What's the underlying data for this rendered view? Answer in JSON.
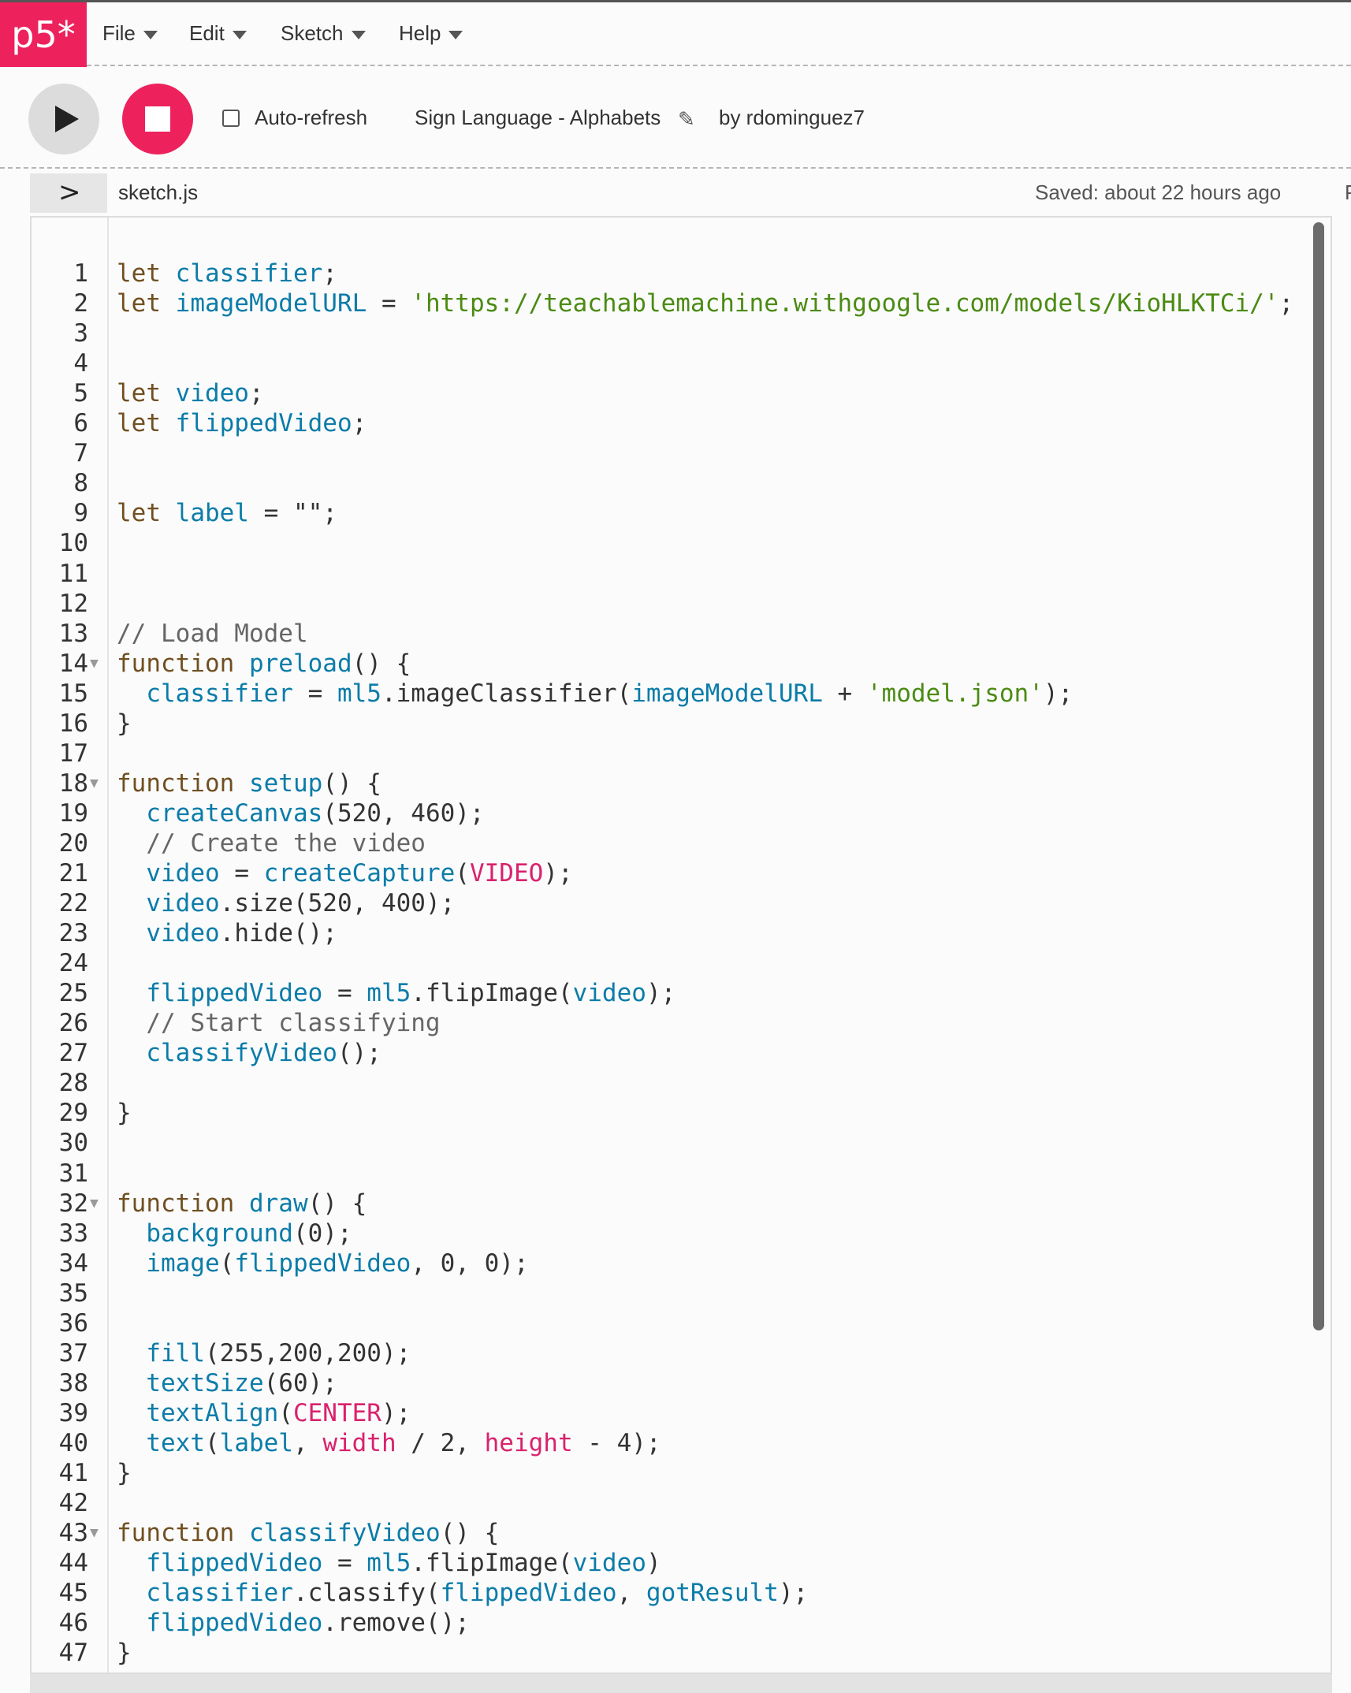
{
  "app": {
    "logo": "p5*",
    "brand_color": "#ed225d"
  },
  "menu": {
    "file": "File",
    "edit": "Edit",
    "sketch": "Sketch",
    "help": "Help"
  },
  "toolbar": {
    "play_icon": "play-icon",
    "stop_icon": "stop-icon",
    "auto_refresh_label": "Auto-refresh",
    "auto_refresh_checked": false,
    "sketch_title": "Sign Language - Alphabets",
    "pencil_icon": "✎",
    "author": "by rdominguez7"
  },
  "editor": {
    "collapse_icon": ">",
    "file_name": "sketch.js",
    "saved_status": "Saved: about 22 hours ago",
    "right_edge_text": "P"
  },
  "code_lines": [
    {
      "n": "1",
      "fold": "",
      "tokens": [
        [
          "kw",
          "let "
        ],
        [
          "var",
          "classifier"
        ],
        [
          "plain",
          ";"
        ]
      ]
    },
    {
      "n": "2",
      "fold": "",
      "tokens": [
        [
          "kw",
          "let "
        ],
        [
          "var",
          "imageModelURL"
        ],
        [
          "plain",
          " = "
        ],
        [
          "str",
          "'https://teachablemachine.withgoogle.com/models/KioHLKTCi/'"
        ],
        [
          "plain",
          ";"
        ]
      ]
    },
    {
      "n": "3",
      "fold": "",
      "tokens": []
    },
    {
      "n": "4",
      "fold": "",
      "tokens": []
    },
    {
      "n": "5",
      "fold": "",
      "tokens": [
        [
          "kw",
          "let "
        ],
        [
          "var",
          "video"
        ],
        [
          "plain",
          ";"
        ]
      ]
    },
    {
      "n": "6",
      "fold": "",
      "tokens": [
        [
          "kw",
          "let "
        ],
        [
          "var",
          "flippedVideo"
        ],
        [
          "plain",
          ";"
        ]
      ]
    },
    {
      "n": "7",
      "fold": "",
      "tokens": []
    },
    {
      "n": "8",
      "fold": "",
      "tokens": []
    },
    {
      "n": "9",
      "fold": "",
      "tokens": [
        [
          "kw",
          "let "
        ],
        [
          "var",
          "label"
        ],
        [
          "plain",
          " = \"\";"
        ]
      ]
    },
    {
      "n": "10",
      "fold": "",
      "tokens": []
    },
    {
      "n": "11",
      "fold": "",
      "tokens": []
    },
    {
      "n": "12",
      "fold": "",
      "tokens": []
    },
    {
      "n": "13",
      "fold": "",
      "tokens": [
        [
          "cmt",
          "// Load Model"
        ]
      ]
    },
    {
      "n": "14",
      "fold": "▼",
      "tokens": [
        [
          "kw",
          "function "
        ],
        [
          "var",
          "preload"
        ],
        [
          "plain",
          "() {"
        ]
      ]
    },
    {
      "n": "15",
      "fold": "",
      "tokens": [
        [
          "plain",
          "  "
        ],
        [
          "var",
          "classifier"
        ],
        [
          "plain",
          " = "
        ],
        [
          "var",
          "ml5"
        ],
        [
          "plain",
          ".imageClassifier("
        ],
        [
          "var",
          "imageModelURL"
        ],
        [
          "plain",
          " + "
        ],
        [
          "str",
          "'model.json'"
        ],
        [
          "plain",
          ");"
        ]
      ]
    },
    {
      "n": "16",
      "fold": "",
      "tokens": [
        [
          "plain",
          "}"
        ]
      ]
    },
    {
      "n": "17",
      "fold": "",
      "tokens": []
    },
    {
      "n": "18",
      "fold": "▼",
      "tokens": [
        [
          "kw",
          "function "
        ],
        [
          "var",
          "setup"
        ],
        [
          "plain",
          "() {"
        ]
      ]
    },
    {
      "n": "19",
      "fold": "",
      "tokens": [
        [
          "plain",
          "  "
        ],
        [
          "var",
          "createCanvas"
        ],
        [
          "plain",
          "(520, 460);"
        ]
      ]
    },
    {
      "n": "20",
      "fold": "",
      "tokens": [
        [
          "plain",
          "  "
        ],
        [
          "cmt",
          "// Create the video"
        ]
      ]
    },
    {
      "n": "21",
      "fold": "",
      "tokens": [
        [
          "plain",
          "  "
        ],
        [
          "var",
          "video"
        ],
        [
          "plain",
          " = "
        ],
        [
          "var",
          "createCapture"
        ],
        [
          "plain",
          "("
        ],
        [
          "const",
          "VIDEO"
        ],
        [
          "plain",
          ");"
        ]
      ]
    },
    {
      "n": "22",
      "fold": "",
      "tokens": [
        [
          "plain",
          "  "
        ],
        [
          "var",
          "video"
        ],
        [
          "plain",
          ".size(520, 400);"
        ]
      ]
    },
    {
      "n": "23",
      "fold": "",
      "tokens": [
        [
          "plain",
          "  "
        ],
        [
          "var",
          "video"
        ],
        [
          "plain",
          ".hide();"
        ]
      ]
    },
    {
      "n": "24",
      "fold": "",
      "tokens": []
    },
    {
      "n": "25",
      "fold": "",
      "tokens": [
        [
          "plain",
          "  "
        ],
        [
          "var",
          "flippedVideo"
        ],
        [
          "plain",
          " = "
        ],
        [
          "var",
          "ml5"
        ],
        [
          "plain",
          ".flipImage("
        ],
        [
          "var",
          "video"
        ],
        [
          "plain",
          ");"
        ]
      ]
    },
    {
      "n": "26",
      "fold": "",
      "tokens": [
        [
          "plain",
          "  "
        ],
        [
          "cmt",
          "// Start classifying"
        ]
      ]
    },
    {
      "n": "27",
      "fold": "",
      "tokens": [
        [
          "plain",
          "  "
        ],
        [
          "var",
          "classifyVideo"
        ],
        [
          "plain",
          "();"
        ]
      ]
    },
    {
      "n": "28",
      "fold": "",
      "tokens": []
    },
    {
      "n": "29",
      "fold": "",
      "tokens": [
        [
          "plain",
          "}"
        ]
      ]
    },
    {
      "n": "30",
      "fold": "",
      "tokens": []
    },
    {
      "n": "31",
      "fold": "",
      "tokens": []
    },
    {
      "n": "32",
      "fold": "▼",
      "tokens": [
        [
          "kw",
          "function "
        ],
        [
          "var",
          "draw"
        ],
        [
          "plain",
          "() {"
        ]
      ]
    },
    {
      "n": "33",
      "fold": "",
      "tokens": [
        [
          "plain",
          "  "
        ],
        [
          "var",
          "background"
        ],
        [
          "plain",
          "(0);"
        ]
      ]
    },
    {
      "n": "34",
      "fold": "",
      "tokens": [
        [
          "plain",
          "  "
        ],
        [
          "var",
          "image"
        ],
        [
          "plain",
          "("
        ],
        [
          "var",
          "flippedVideo"
        ],
        [
          "plain",
          ", 0, 0);"
        ]
      ]
    },
    {
      "n": "35",
      "fold": "",
      "tokens": []
    },
    {
      "n": "36",
      "fold": "",
      "tokens": []
    },
    {
      "n": "37",
      "fold": "",
      "tokens": [
        [
          "plain",
          "  "
        ],
        [
          "var",
          "fill"
        ],
        [
          "plain",
          "(255,200,200);"
        ]
      ]
    },
    {
      "n": "38",
      "fold": "",
      "tokens": [
        [
          "plain",
          "  "
        ],
        [
          "var",
          "textSize"
        ],
        [
          "plain",
          "(60);"
        ]
      ]
    },
    {
      "n": "39",
      "fold": "",
      "tokens": [
        [
          "plain",
          "  "
        ],
        [
          "var",
          "textAlign"
        ],
        [
          "plain",
          "("
        ],
        [
          "const",
          "CENTER"
        ],
        [
          "plain",
          ");"
        ]
      ]
    },
    {
      "n": "40",
      "fold": "",
      "tokens": [
        [
          "plain",
          "  "
        ],
        [
          "var",
          "text"
        ],
        [
          "plain",
          "("
        ],
        [
          "var",
          "label"
        ],
        [
          "plain",
          ", "
        ],
        [
          "const",
          "width"
        ],
        [
          "plain",
          " / 2, "
        ],
        [
          "const",
          "height"
        ],
        [
          "plain",
          " - 4);"
        ]
      ]
    },
    {
      "n": "41",
      "fold": "",
      "tokens": [
        [
          "plain",
          "}"
        ]
      ]
    },
    {
      "n": "42",
      "fold": "",
      "tokens": []
    },
    {
      "n": "43",
      "fold": "▼",
      "tokens": [
        [
          "kw",
          "function "
        ],
        [
          "var",
          "classifyVideo"
        ],
        [
          "plain",
          "() {"
        ]
      ]
    },
    {
      "n": "44",
      "fold": "",
      "tokens": [
        [
          "plain",
          "  "
        ],
        [
          "var",
          "flippedVideo"
        ],
        [
          "plain",
          " = "
        ],
        [
          "var",
          "ml5"
        ],
        [
          "plain",
          ".flipImage("
        ],
        [
          "var",
          "video"
        ],
        [
          "plain",
          ")"
        ]
      ]
    },
    {
      "n": "45",
      "fold": "",
      "tokens": [
        [
          "plain",
          "  "
        ],
        [
          "var",
          "classifier"
        ],
        [
          "plain",
          ".classify("
        ],
        [
          "var",
          "flippedVideo"
        ],
        [
          "plain",
          ", "
        ],
        [
          "var",
          "gotResult"
        ],
        [
          "plain",
          ");"
        ]
      ]
    },
    {
      "n": "46",
      "fold": "",
      "tokens": [
        [
          "plain",
          "  "
        ],
        [
          "var",
          "flippedVideo"
        ],
        [
          "plain",
          ".remove();"
        ]
      ]
    },
    {
      "n": "47",
      "fold": "",
      "tokens": [
        [
          "plain",
          "}"
        ]
      ]
    }
  ]
}
